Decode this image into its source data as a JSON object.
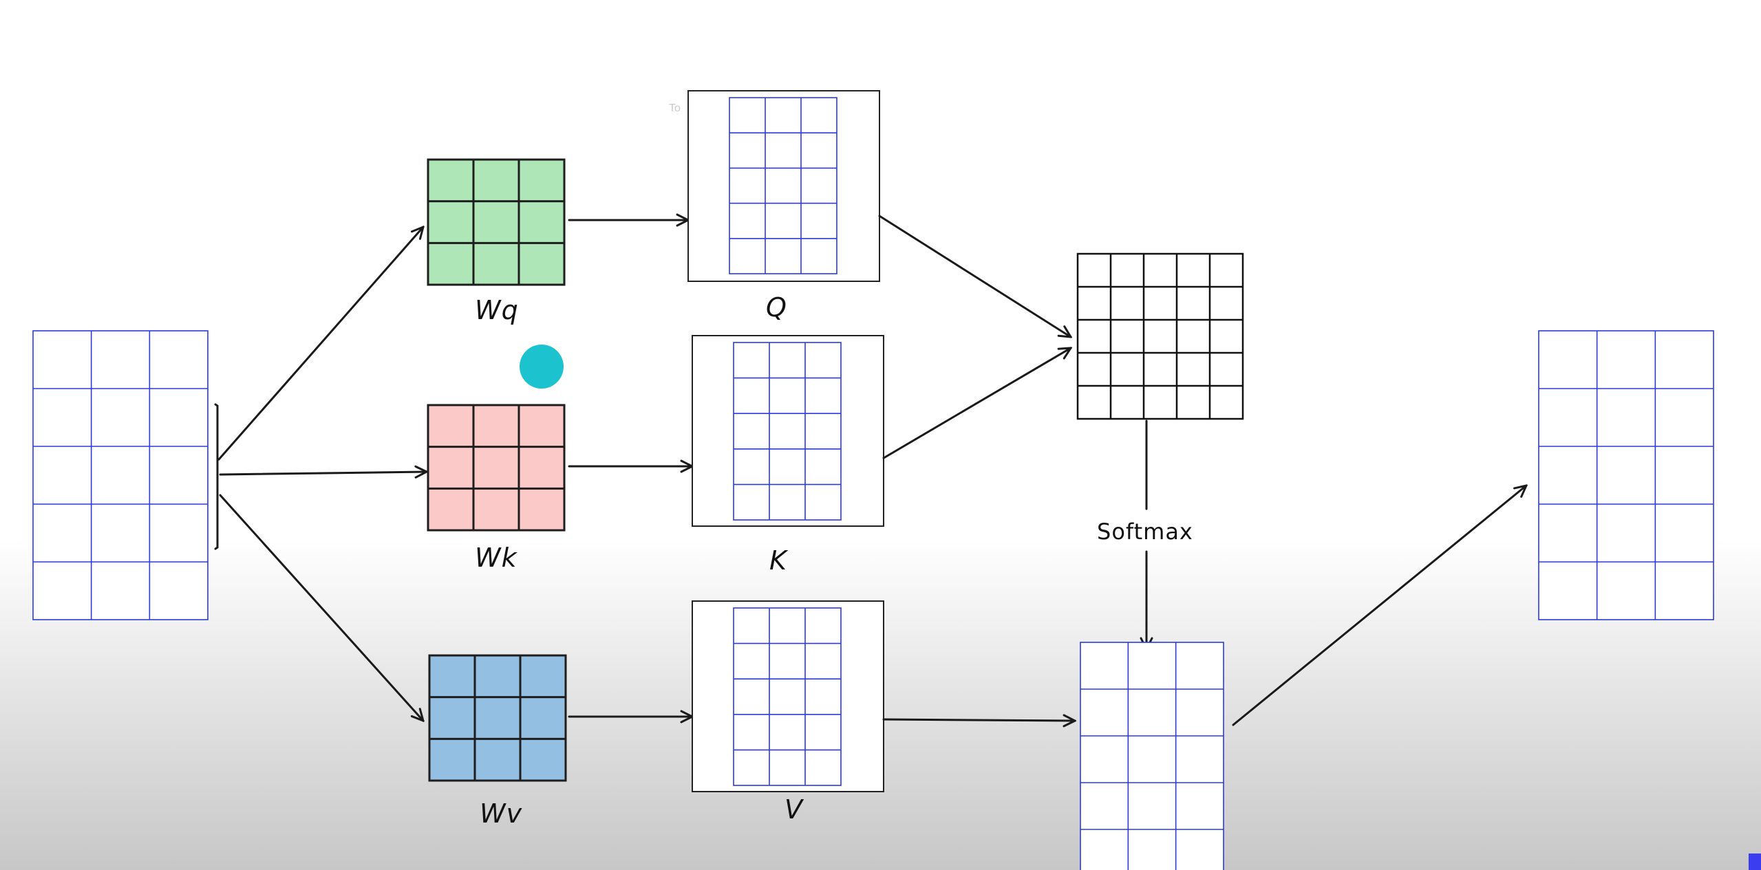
{
  "hint_text": "To",
  "labels": {
    "wq": "Wq",
    "wk": "Wk",
    "wv": "Wv",
    "q": "Q",
    "k": "K",
    "v": "V",
    "softmax": "Softmax"
  },
  "colors": {
    "wq_fill": "#aee6b8",
    "wk_fill": "#fbc9c7",
    "wv_fill": "#93bfe2",
    "blue_grid": "#2b3bd6",
    "cursor_dot": "#1cc3cf",
    "corner_mark": "#3b3ef0"
  }
}
